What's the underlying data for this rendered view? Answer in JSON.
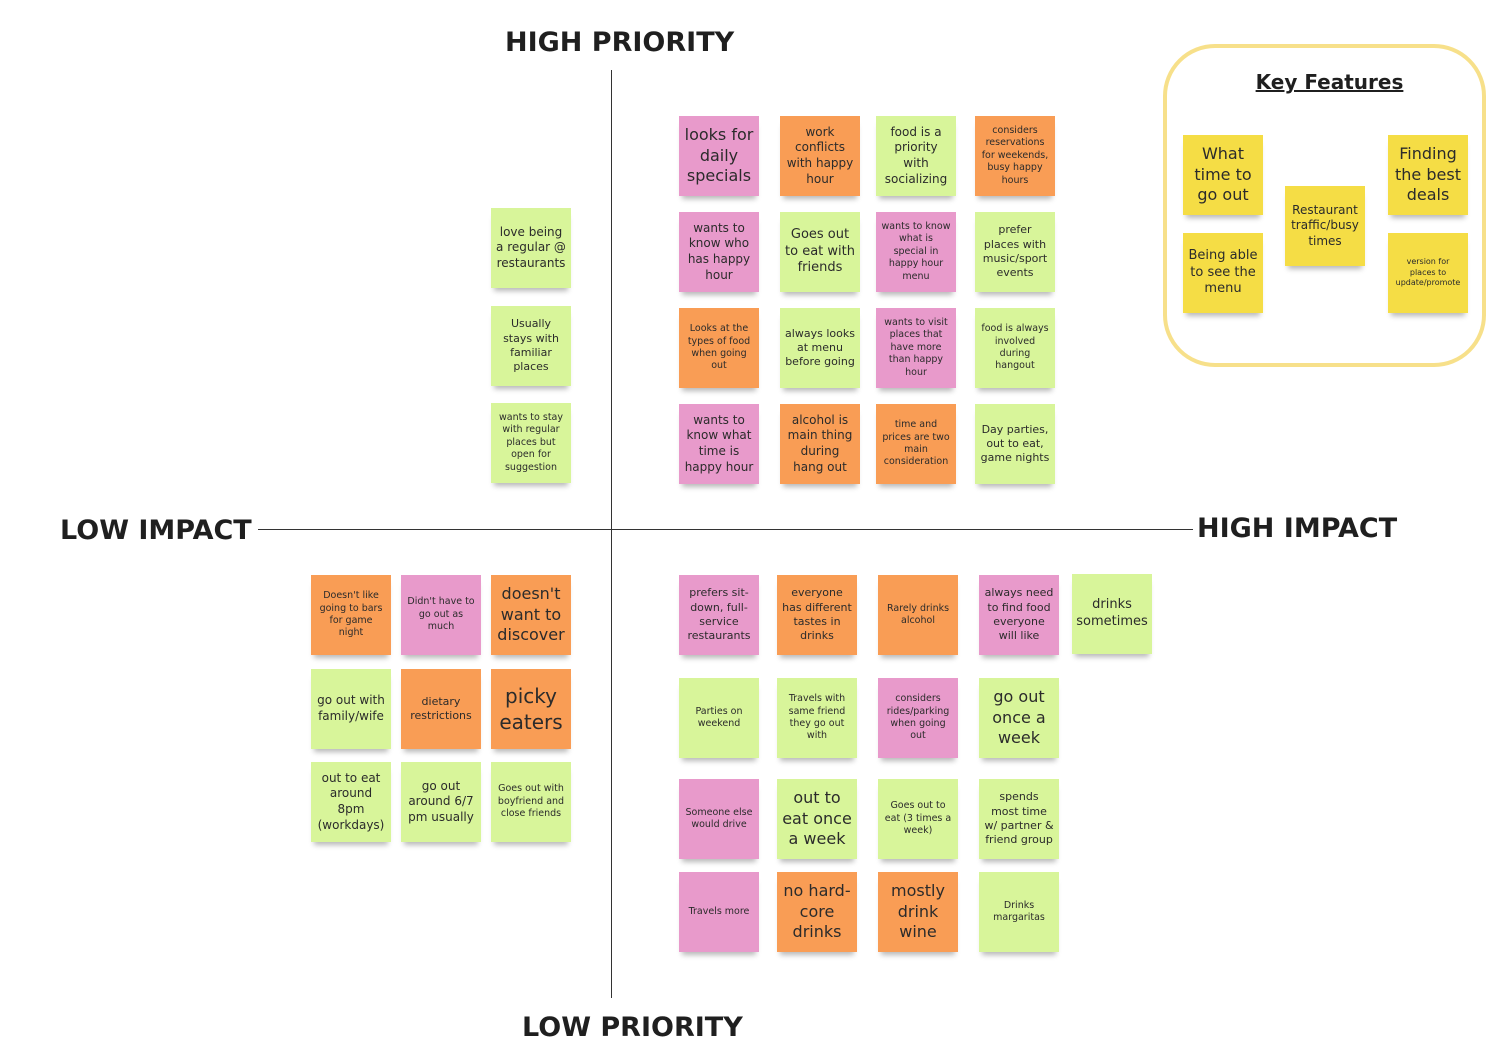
{
  "axes": {
    "top": "HIGH PRIORITY",
    "bottom": "LOW PRIORITY",
    "left": "LOW IMPACT",
    "right": "HIGH IMPACT"
  },
  "colors": {
    "green": "#d8f59a",
    "pink": "#e89acb",
    "orange": "#f99d55",
    "yellow": "#f5dd45",
    "key_border": "#f7e08a"
  },
  "key": {
    "title": "Key Features",
    "notes": [
      "What time to go out",
      "Restaurant traffic/busy times",
      "Finding the best deals",
      "Being able to see the menu",
      "version for places to update/promote"
    ]
  },
  "quadrants": {
    "high_priority_low_impact": [
      "love being a regular @ restaurants",
      "Usually stays with familiar places",
      "wants to stay with regular places but open for suggestion"
    ],
    "high_priority_high_impact": [
      "looks for daily specials",
      "work conflicts with happy hour",
      "food is a priority with socializing",
      "considers reservations for weekends, busy happy hours",
      "wants to know who has happy hour",
      "Goes out to eat with friends",
      "wants to know what is special in happy hour menu",
      "prefer places with music/sport events",
      "Looks at the types of food when going out",
      "always looks at menu before going",
      "wants to visit places that have more than happy hour",
      "food is always involved during hangout",
      "wants to know what time is happy hour",
      "alcohol is main thing during hang out",
      "time and prices are two main consideration",
      "Day parties, out to eat, game nights"
    ],
    "low_priority_low_impact": [
      "Doesn't like going to bars for game night",
      "Didn't have to go out as much",
      "doesn't want to discover",
      "go out with family/wife",
      "dietary restrictions",
      "picky eaters",
      "out to eat around 8pm (workdays)",
      "go out around 6/7 pm usually",
      "Goes out with boyfriend and close friends"
    ],
    "low_priority_high_impact": [
      "prefers sit-down, full-service restaurants",
      "everyone has different tastes in drinks",
      "Rarely drinks alcohol",
      "always need to find food everyone will like",
      "drinks sometimes",
      "Parties on weekend",
      "Travels with same friend they go out with",
      "considers rides/parking when going out",
      "go out once a week",
      "Someone else would drive",
      "out to eat once a week",
      "Goes out to eat (3 times a week)",
      "spends most time w/ partner & friend group",
      "Travels more",
      "no hard-core drinks",
      "mostly drink wine",
      "Drinks margaritas"
    ]
  }
}
